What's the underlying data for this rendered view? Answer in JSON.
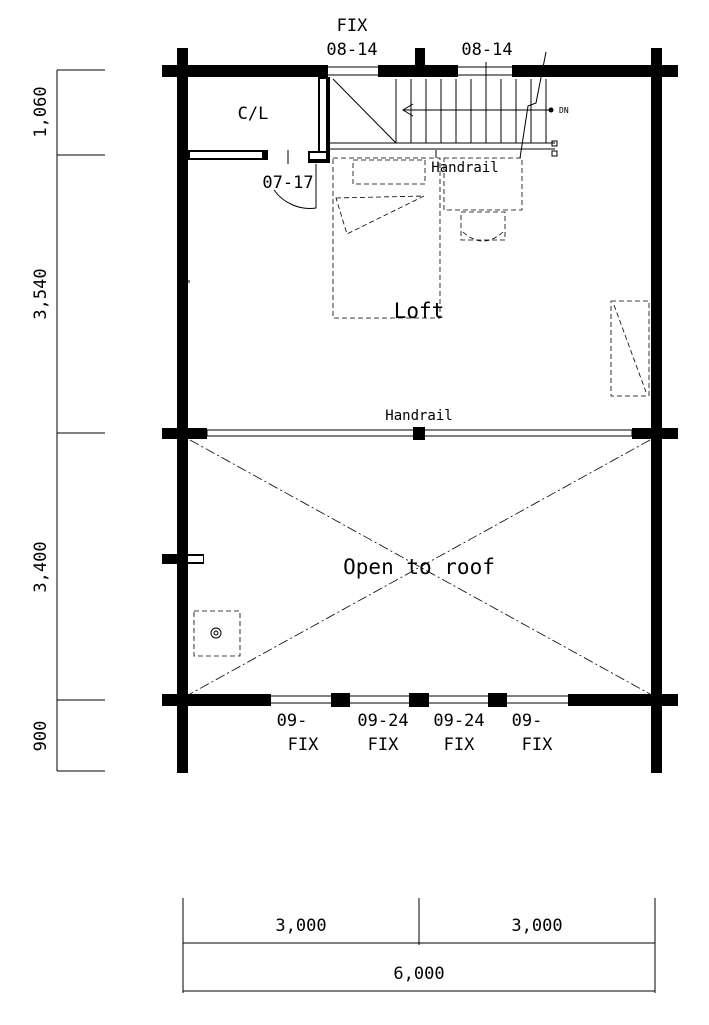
{
  "labels": {
    "fix_top": "FIX",
    "win_top_left": "08-14",
    "win_top_right": "08-14",
    "closet": "C/L",
    "door_closet": "07-17",
    "handrail_stair": "Handrail",
    "down": "DN",
    "loft": "Loft",
    "handrail_mid": "Handrail",
    "open_to_roof": "Open to roof",
    "win_bottom_1_a": "09-",
    "win_bottom_1_b": "FIX",
    "win_bottom_2_a": "09-24",
    "win_bottom_2_b": "FIX",
    "win_bottom_3_a": "09-24",
    "win_bottom_3_b": "FIX",
    "win_bottom_4_a": "09-",
    "win_bottom_4_b": "FIX"
  },
  "dimensions": {
    "vertical": [
      "1,060",
      "3,540",
      "3,400",
      "900"
    ],
    "horizontal_parts": [
      "3,000",
      "3,000"
    ],
    "horizontal_total": "6,000"
  }
}
